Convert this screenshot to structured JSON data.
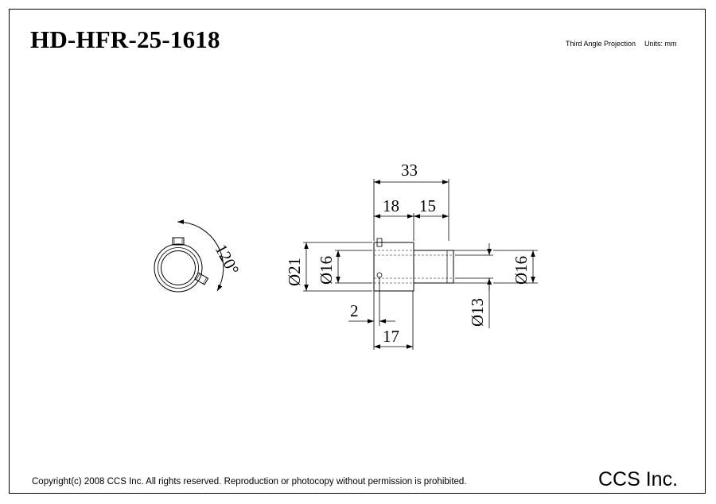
{
  "title": "HD-HFR-25-1618",
  "projection": "Third Angle Projection",
  "units": "Units: mm",
  "copyright": "Copyright(c) 2008 CCS Inc. All rights reserved.  Reproduction or photocopy without permission is prohibited.",
  "company": "CCS Inc.",
  "dimensions": {
    "angle": "120°",
    "overall_length": "33",
    "front_length": "18",
    "rear_length": "15",
    "outer_diameter": "Ø21",
    "inner_diameter": "Ø16",
    "rear_diameter": "Ø16",
    "tube_diameter": "Ø13",
    "screw_offset": "2",
    "screw_position": "17"
  }
}
